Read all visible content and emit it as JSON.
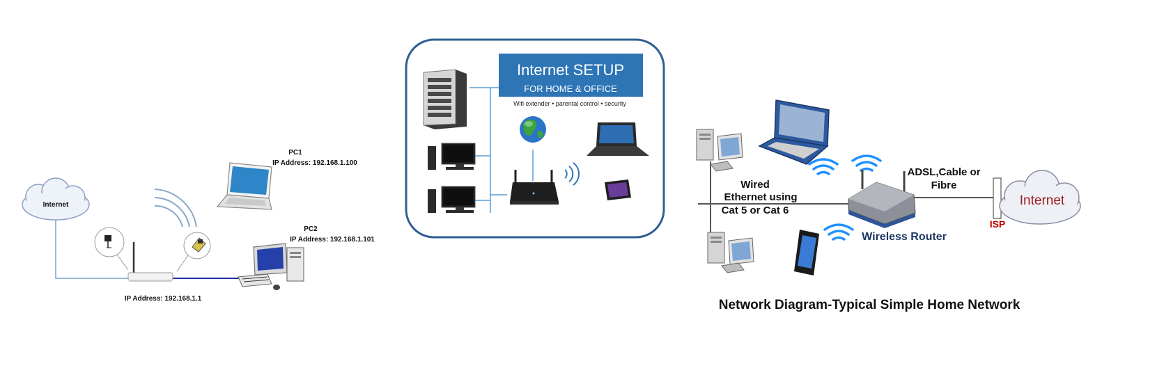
{
  "left": {
    "internet_label": "Internet",
    "pc1": {
      "name": "PC1",
      "ip": "IP Address: 192.168.1.100"
    },
    "pc2": {
      "name": "PC2",
      "ip": "IP Address: 192.168.1.101"
    },
    "router_ip": "IP Address: 192.168.1.1"
  },
  "middle": {
    "title": "Internet SETUP",
    "subtitle": "FOR HOME & OFFICE",
    "tagline": "Wifi extender • parental control • security"
  },
  "right": {
    "wired_line1": "Wired",
    "wired_line2": "Ethernet using",
    "wired_line3": "Cat 5 or Cat 6",
    "adsl_line1": "ADSL,Cable or",
    "adsl_line2": "Fibre",
    "internet_label": "Internet",
    "isp_label": "ISP",
    "router_label": "Wireless Router",
    "caption": "Network Diagram-Typical Simple Home Network"
  },
  "colors": {
    "frame_blue": "#2f5f93",
    "banner_blue": "#2e75b6",
    "cable_blue": "#1f2fa0",
    "router_text_navy": "#1f3864",
    "isp_red": "#c00000",
    "internet_red": "#9c1b1b"
  }
}
